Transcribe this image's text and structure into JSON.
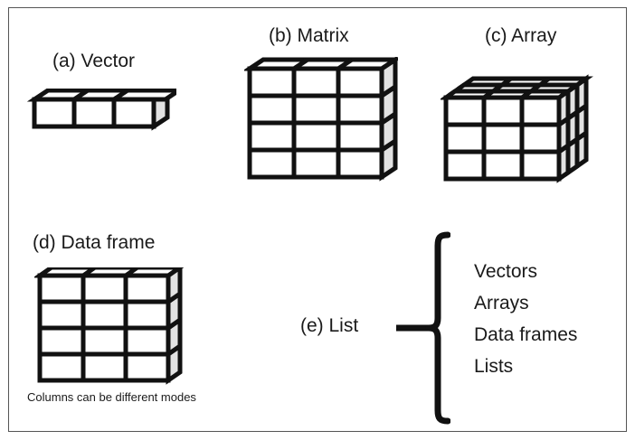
{
  "figure": {
    "title_present": false,
    "background_color": "#ffffff",
    "border_color": "#555555",
    "ink_color": "#111111",
    "face_color": "#ffffff",
    "side_face_color": "#e2e2e2"
  },
  "panels": {
    "a": {
      "label": "(a) Vector",
      "shape": "vector",
      "rows": 1,
      "cols": 3,
      "depth_layers": 1
    },
    "b": {
      "label": "(b) Matrix",
      "shape": "matrix",
      "rows": 4,
      "cols": 3,
      "depth_layers": 1
    },
    "c": {
      "label": "(c) Array",
      "shape": "array",
      "rows": 3,
      "cols": 3,
      "depth_layers": 3
    },
    "d": {
      "label": "(d) Data frame",
      "shape": "data-frame",
      "rows": 4,
      "cols": 3,
      "depth_layers": 1,
      "note": "Columns can be different modes"
    },
    "e": {
      "label": "(e) List",
      "shape": "brace-list",
      "items": [
        "Vectors",
        "Arrays",
        "Data frames",
        "Lists"
      ]
    }
  }
}
